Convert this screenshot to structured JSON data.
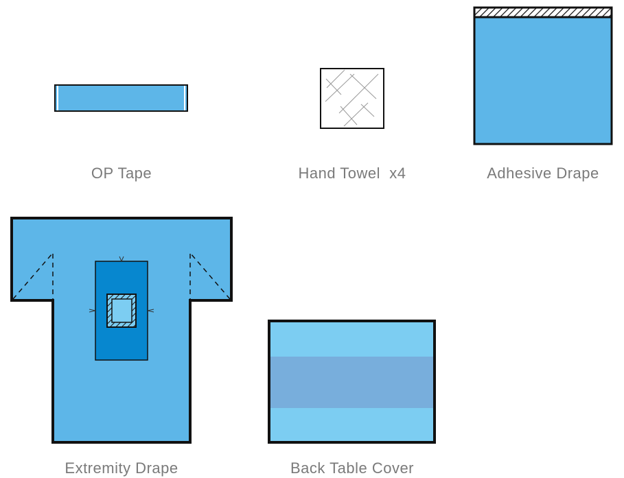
{
  "items": [
    {
      "label": "OP Tape"
    },
    {
      "label": "Hand Towel  x4"
    },
    {
      "label": "Adhesive Drape"
    },
    {
      "label": "Extremity Drape"
    },
    {
      "label": "Back Table Cover"
    }
  ],
  "colors": {
    "drape_blue": "#5db6e8",
    "dark_blue": "#0787cf",
    "light_blue": "#7ccdf2",
    "band_blue": "#78aedc",
    "label_gray": "#7a7a7a"
  }
}
